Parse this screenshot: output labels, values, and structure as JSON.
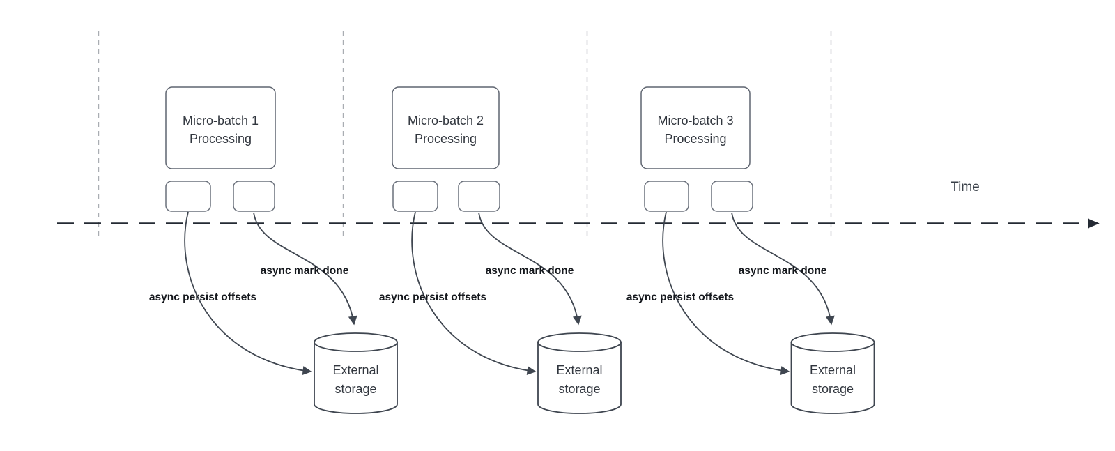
{
  "diagram": {
    "time_axis_label": "Time",
    "groups": [
      {
        "box_lines": [
          "Micro-batch 1",
          "Processing"
        ],
        "persist_label": "async persist offsets",
        "mark_done_label": "async mark done",
        "storage_lines": [
          "External",
          "storage"
        ]
      },
      {
        "box_lines": [
          "Micro-batch 2",
          "Processing"
        ],
        "persist_label": "async persist offsets",
        "mark_done_label": "async mark done",
        "storage_lines": [
          "External",
          "storage"
        ]
      },
      {
        "box_lines": [
          "Micro-batch 3",
          "Processing"
        ],
        "persist_label": "async persist offsets",
        "mark_done_label": "async mark done",
        "storage_lines": [
          "External",
          "storage"
        ]
      }
    ],
    "colors": {
      "axis": "#242a33",
      "gridline": "#a9adb2",
      "shape_stroke": "#6a707b",
      "curve_stroke": "#3f4650",
      "shape_text": "#31363e",
      "label_text": "#15181d"
    }
  }
}
